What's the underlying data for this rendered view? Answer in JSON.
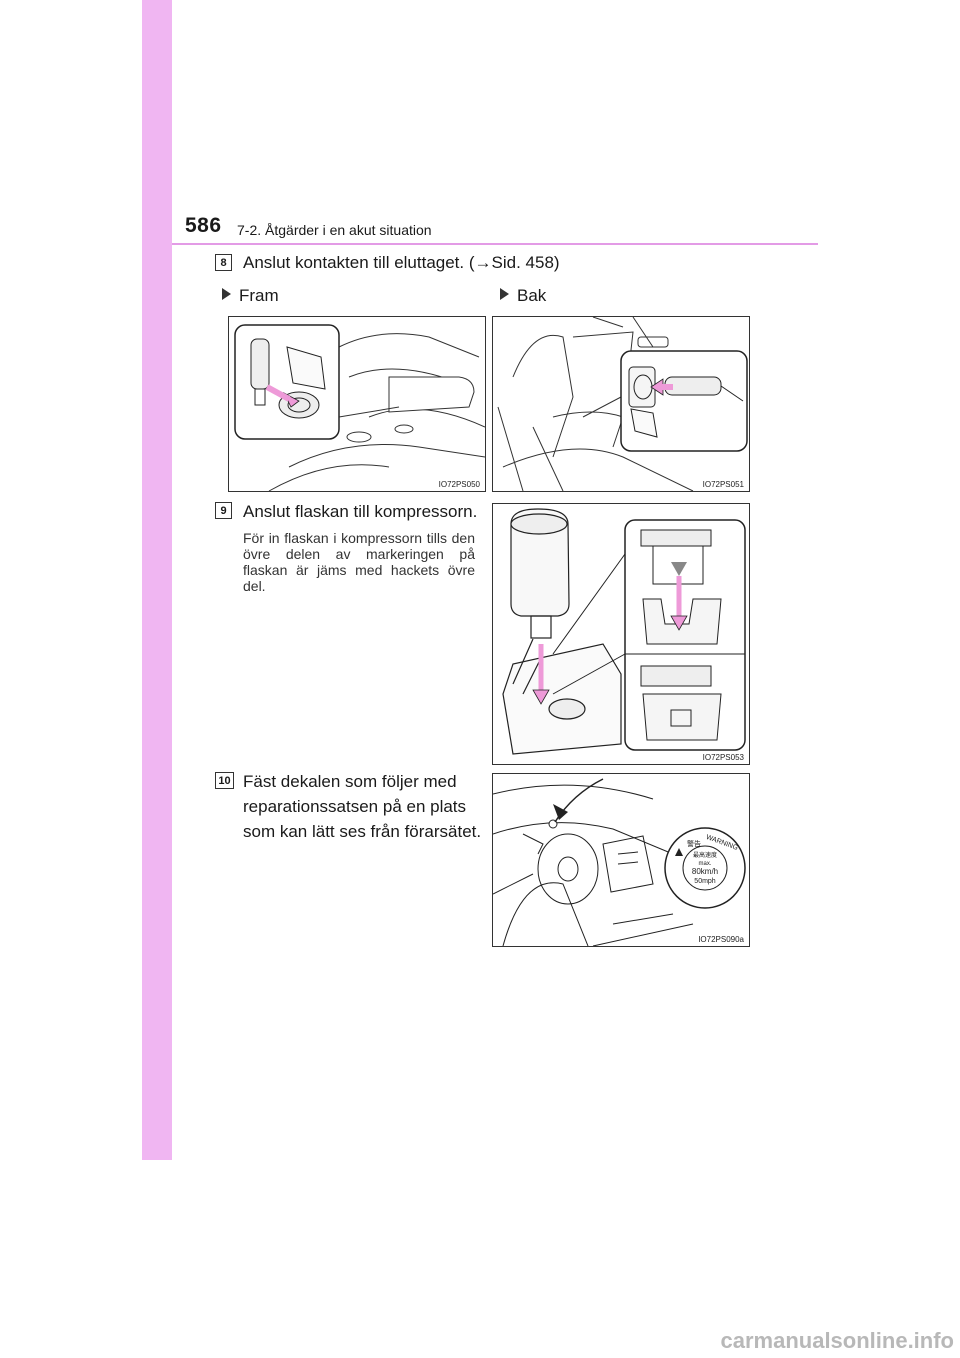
{
  "header": {
    "page_number": "586",
    "section_title": "7-2. Åtgärder i en akut situation"
  },
  "steps": [
    {
      "badge": "8",
      "text": "Anslut kontakten till eluttaget. (→Sid. 458)"
    },
    {
      "badge": "9",
      "text": "Anslut flaskan till kompressorn.",
      "note": "För in flaskan i kompressorn tills den övre delen av markeringen på flaskan är jäms med hackets övre del."
    },
    {
      "badge": "10",
      "line1": "Fäst dekalen som följer med",
      "line2": "reparationssatsen på en plats",
      "line3": "som kan lätt ses från förarsätet."
    }
  ],
  "substeps": {
    "front": "Fram",
    "rear": "Bak"
  },
  "figures": {
    "fig1_code": "IO72PS050",
    "fig2_code": "IO72PS051",
    "fig3_code": "IO72PS053",
    "fig4_code": "IO72PS090a",
    "sticker": {
      "jp_warning": "警告",
      "warning": "WARNING",
      "jp_speed": "最高速度",
      "max": "max.",
      "kmh": "80km/h",
      "mph": "50mph"
    }
  },
  "watermark": "carmanualsonline.info",
  "colors": {
    "sidebar": "#f0b6f2",
    "rule": "#e39be6",
    "arrow": "#ee9ad8"
  }
}
